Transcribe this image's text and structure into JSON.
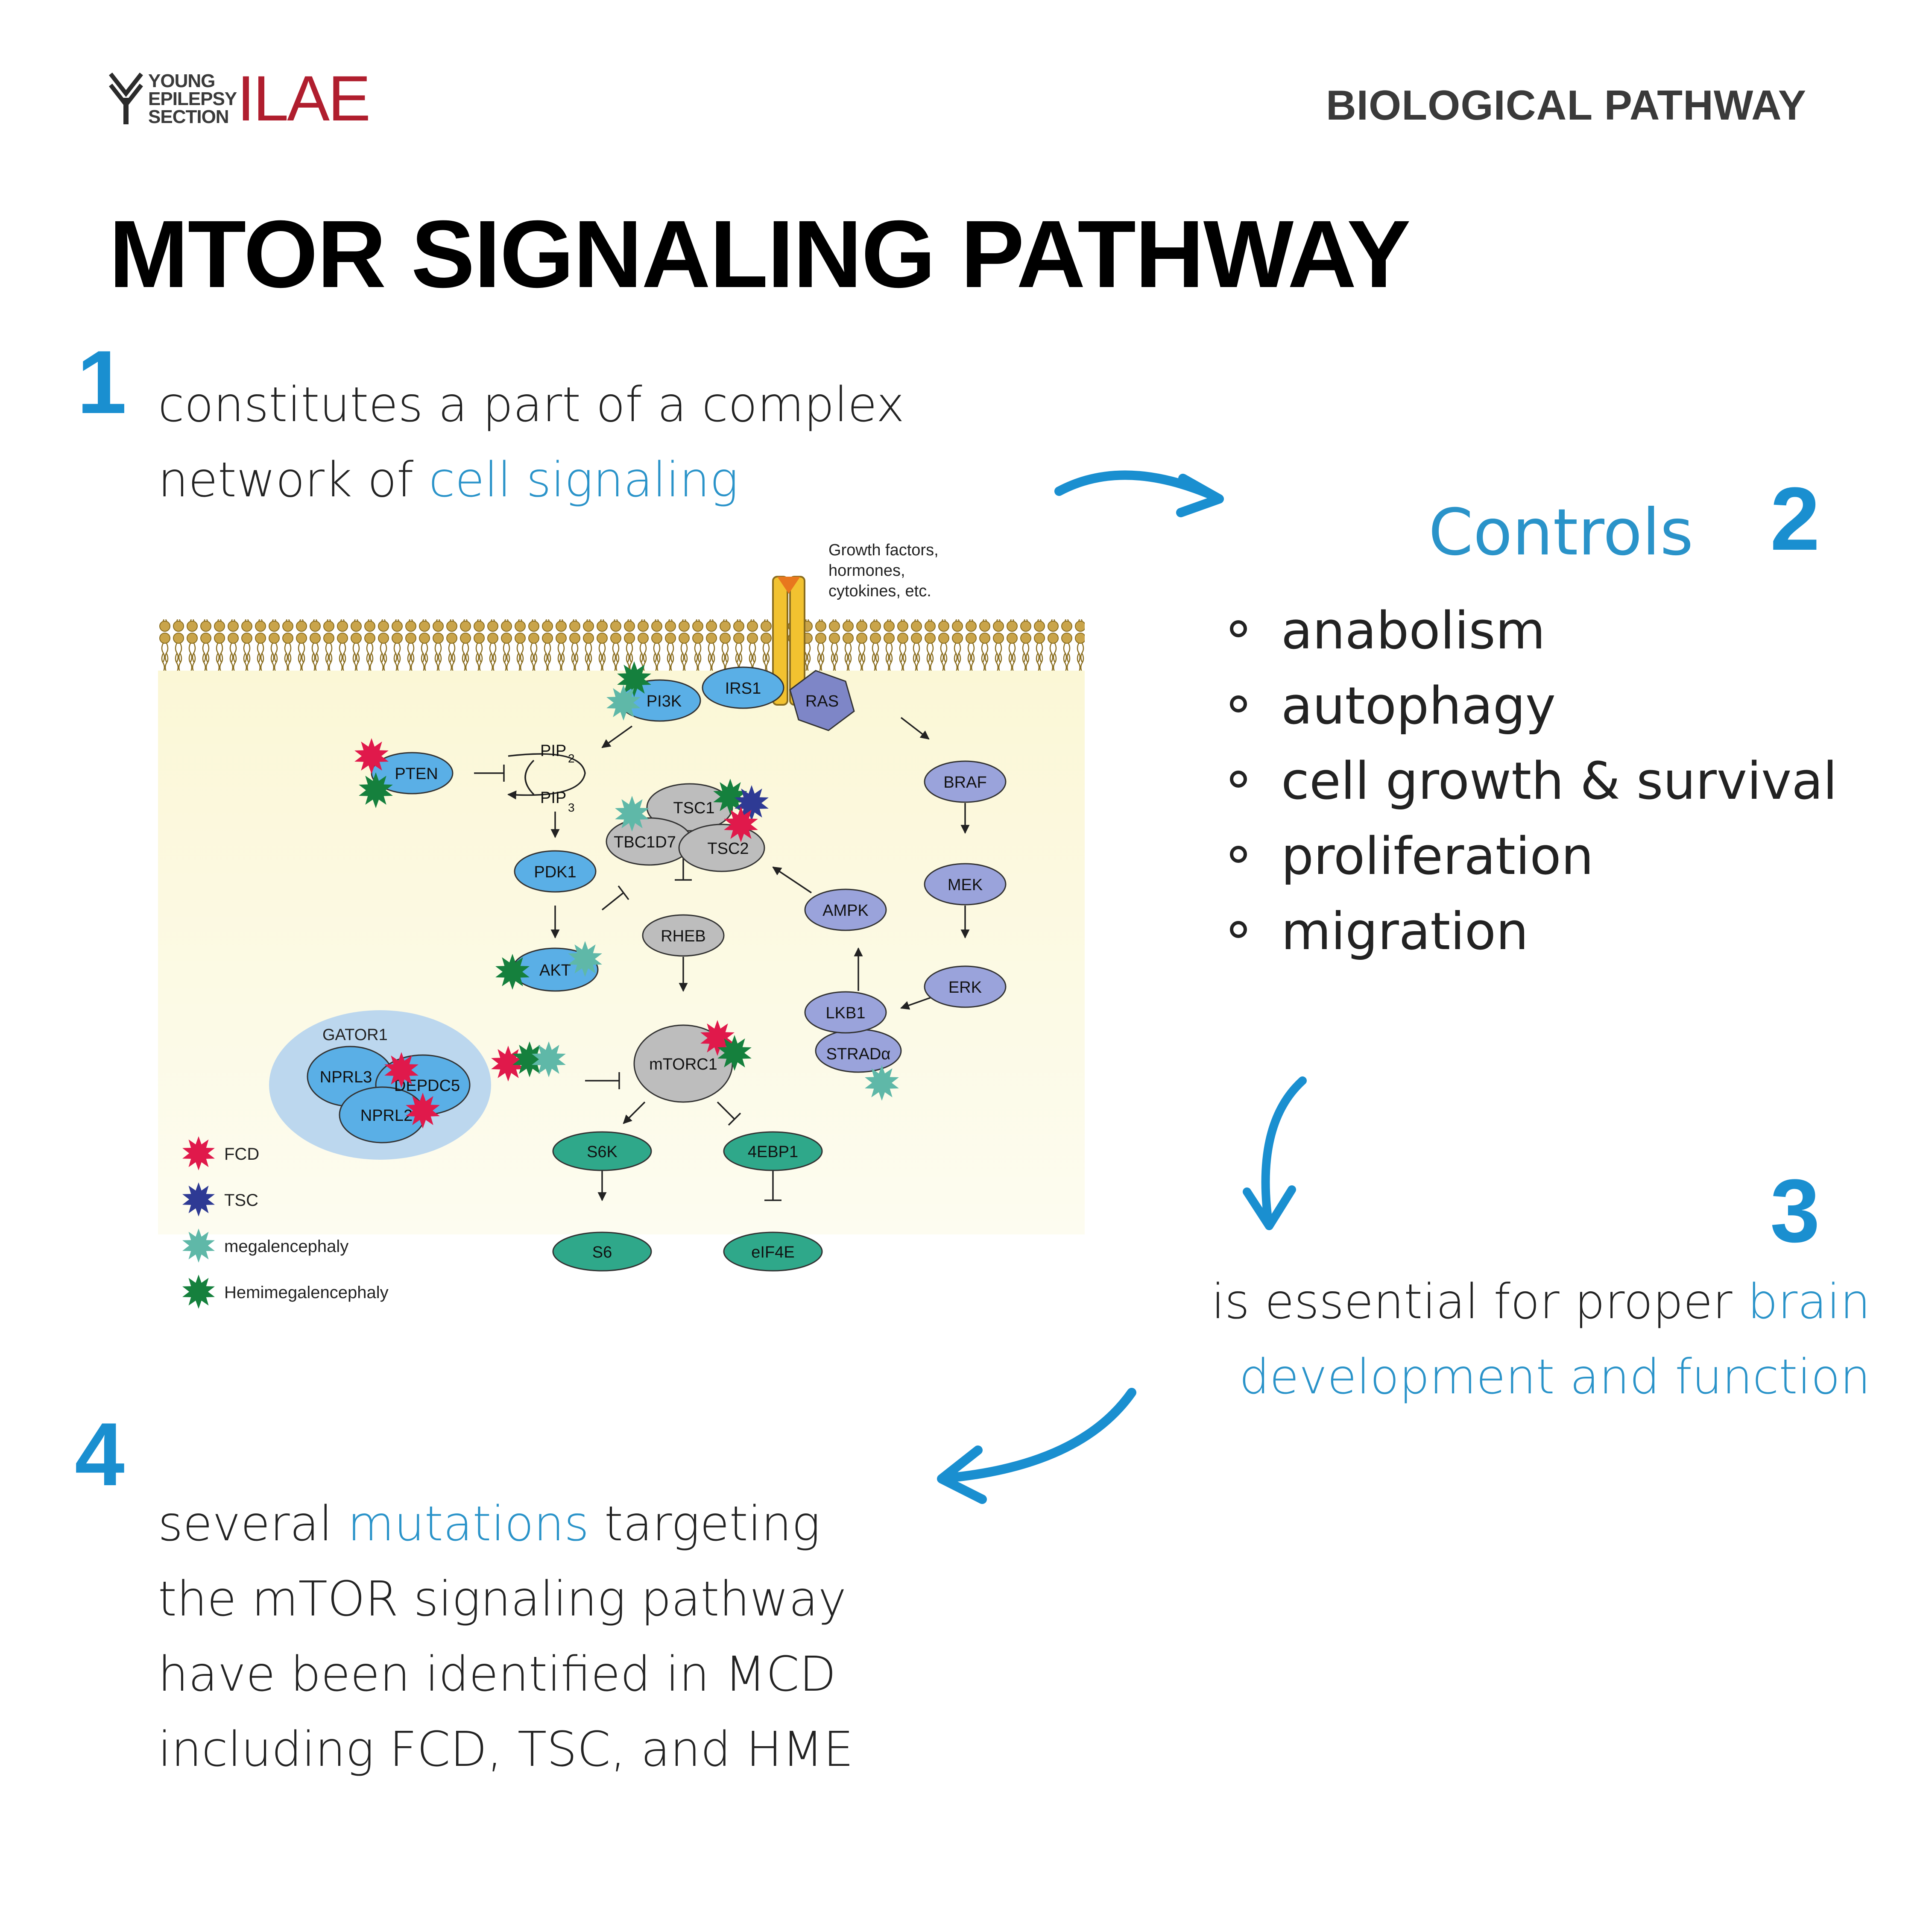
{
  "header": {
    "logo_lines": [
      "YOUNG",
      "EPILEPSY",
      "SECTION"
    ],
    "logo_ilae": "ILAE",
    "category": "BIOLOGICAL PATHWAY"
  },
  "title": "MTOR SIGNALING PATHWAY",
  "steps": {
    "s1": {
      "number": "1",
      "line1": "constitutes a part of a complex",
      "line2_pre": "network of ",
      "line2_hl": "cell signaling"
    },
    "s2": {
      "number": "2",
      "heading": "Controls",
      "items": [
        "anabolism",
        "autophagy",
        "cell growth & survival",
        "proliferation",
        "migration"
      ]
    },
    "s3": {
      "number": "3",
      "line1_pre": "is essential for proper ",
      "line1_hl": "brain",
      "line2_hl": "development and function"
    },
    "s4": {
      "number": "4",
      "line1_pre": "several ",
      "line1_hl": "mutations",
      "line1_post": " targeting",
      "line2": "the mTOR signaling pathway",
      "line3": "have been identified in MCD",
      "line4": "including FCD, TSC, and HME"
    }
  },
  "diagram": {
    "receptor_label": [
      "Growth factors,",
      "hormones,",
      "cytokines, etc."
    ],
    "nodes": {
      "pi3k": "PI3K",
      "irs1": "IRS1",
      "ras": "RAS",
      "pten": "PTEN",
      "pip2": "PIP",
      "pip2_sub": "2",
      "pip3": "PIP",
      "pip3_sub": "3",
      "tsc1": "TSC1",
      "tbc1d7": "TBC1D7",
      "tsc2": "TSC2",
      "braf": "BRAF",
      "pdk1": "PDK1",
      "mek": "MEK",
      "ampk": "AMPK",
      "rheb": "RHEB",
      "akt": "AKT",
      "erk": "ERK",
      "lkb1": "LKB1",
      "strad": "STRADα",
      "gator1": "GATOR1",
      "nprl3": "NPRL3",
      "depdc5": "DEPDC5",
      "nprl2": "NPRL2",
      "mtorc1": "mTORC1",
      "s6k": "S6K",
      "ebp1": "4EBP1",
      "s6": "S6",
      "eif4e": "eIF4E"
    },
    "legend": [
      {
        "label": "FCD",
        "color": "#e0194b"
      },
      {
        "label": "TSC",
        "color": "#2e3a94"
      },
      {
        "label": "megalencephaly",
        "color": "#5fb8a8"
      },
      {
        "label": "Hemimegalencephaly",
        "color": "#15803d"
      }
    ]
  },
  "colors": {
    "accent": "#1a8fd0",
    "highlight": "#2a93c9",
    "logo_red": "#b01e2e"
  }
}
